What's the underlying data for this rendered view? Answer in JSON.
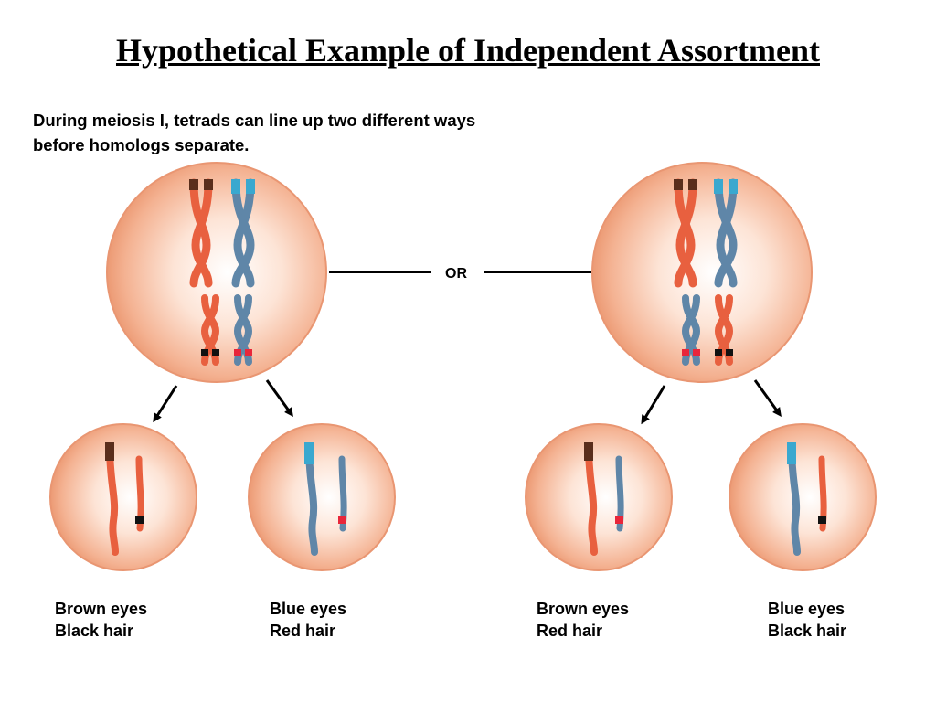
{
  "title": "Hypothetical Example of Independent Assortment",
  "intro": {
    "line1": "During meiosis I, tetrads can line up two different ways",
    "line2": "before homologs separate."
  },
  "separator_label": "OR",
  "outcomes": [
    {
      "eyes": "Brown eyes",
      "hair": "Black hair"
    },
    {
      "eyes": "Blue eyes",
      "hair": "Red hair"
    },
    {
      "eyes": "Brown eyes",
      "hair": "Red hair"
    },
    {
      "eyes": "Blue eyes",
      "hair": "Black hair"
    }
  ],
  "colors": {
    "cell_outer": "#f0a07c",
    "cell_inner": "#ffffff",
    "chromosome_orange": "#e8603f",
    "chromosome_blue": "#5f86a8",
    "tip_brown": "#5a2e1c",
    "tip_cyan": "#3aa8cf",
    "band_black": "#111111",
    "band_red": "#e8263a"
  }
}
